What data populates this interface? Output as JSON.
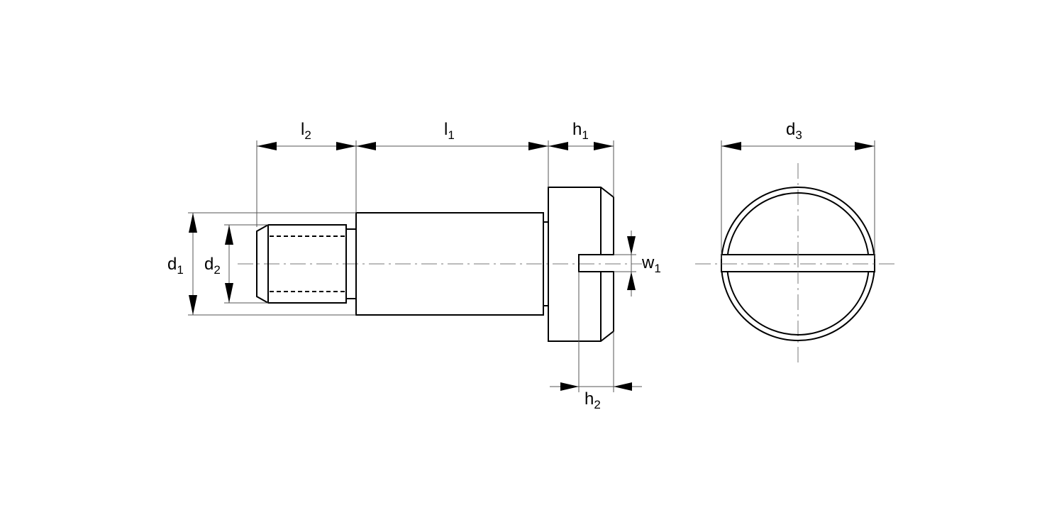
{
  "labels": {
    "l2": {
      "main": "l",
      "sub": "2"
    },
    "l1": {
      "main": "l",
      "sub": "1"
    },
    "h1": {
      "main": "h",
      "sub": "1"
    },
    "h2": {
      "main": "h",
      "sub": "2"
    },
    "d1": {
      "main": "d",
      "sub": "1"
    },
    "d2": {
      "main": "d",
      "sub": "2"
    },
    "d3": {
      "main": "d",
      "sub": "3"
    },
    "w1": {
      "main": "w",
      "sub": "1"
    }
  }
}
